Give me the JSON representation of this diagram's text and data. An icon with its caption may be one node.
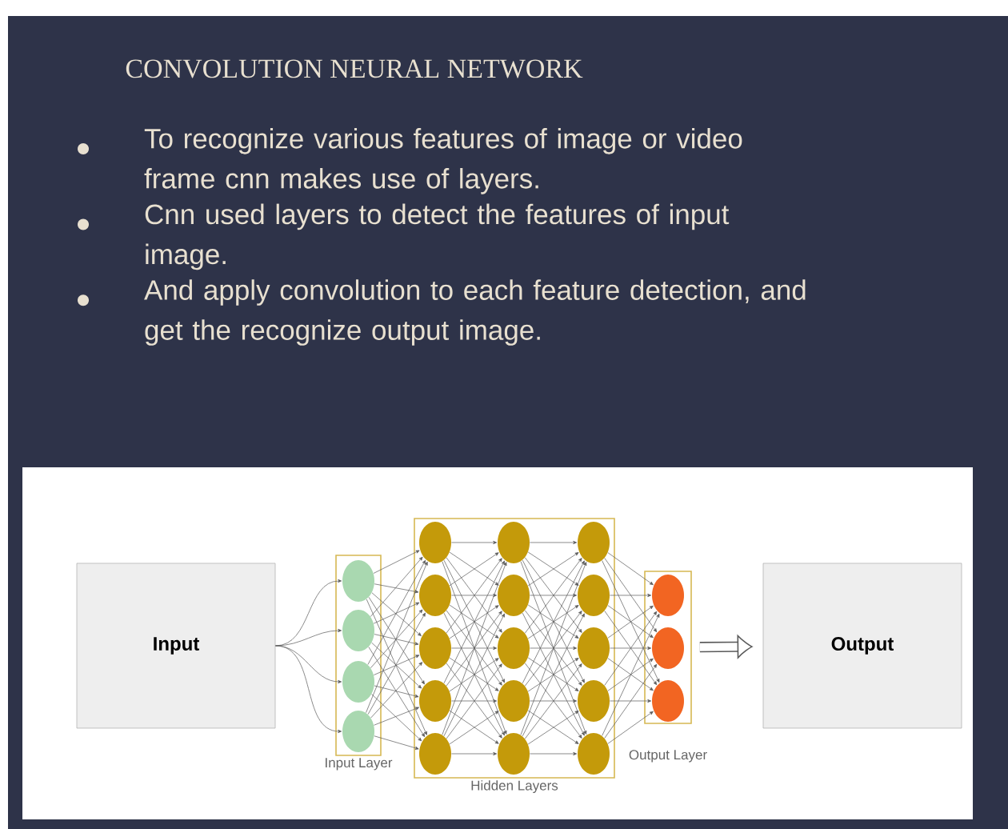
{
  "diagram": {
    "title": "CONVOLUTION NEURAL NETWORK",
    "nodes": [
      {
        "text": [
          "Input"
        ]
      },
      {
        "text": [
          "Input Layer"
        ]
      },
      {
        "text": [],
        "shape": "circle",
        "in": 1
      },
      {
        "text": [],
        "shape": "circle",
        "in": 1
      },
      {
        "text": [],
        "shape": "circle",
        "in": 1
      },
      {
        "text": [],
        "shape": "circle",
        "in": 1
      },
      {
        "text": [
          "Hidden Layers"
        ]
      },
      {
        "text": [],
        "shape": "circle",
        "in": 6
      },
      {
        "text": [],
        "shape": "circle",
        "in": 6
      },
      {
        "text": [],
        "shape": "circle",
        "in": 6
      },
      {
        "text": [],
        "shape": "circle",
        "in": 6
      },
      {
        "text": [],
        "shape": "circle",
        "in": 6
      },
      {
        "text": [],
        "shape": "circle",
        "in": 6
      },
      {
        "text": [],
        "shape": "circle",
        "in": 6
      },
      {
        "text": [],
        "shape": "circle",
        "in": 6
      },
      {
        "text": [],
        "shape": "circle",
        "in": 6
      },
      {
        "text": [],
        "shape": "circle",
        "in": 6
      },
      {
        "text": [],
        "shape": "circle",
        "in": 6
      },
      {
        "text": [],
        "shape": "circle",
        "in": 6
      },
      {
        "text": [],
        "shape": "circle",
        "in": 6
      },
      {
        "text": [],
        "shape": "circle",
        "in": 6
      },
      {
        "text": [],
        "shape": "circle",
        "in": 6
      },
      {
        "text": [
          "Output Layer"
        ]
      },
      {
        "text": [],
        "shape": "circle",
        "in": 22
      },
      {
        "text": [],
        "shape": "circle",
        "in": 22
      },
      {
        "text": [],
        "shape": "circle",
        "in": 22
      },
      {
        "text": [
          "Output"
        ]
      }
    ],
    "edges": [
      {
        "from": 0,
        "to": 2,
        "arrow": "to"
      },
      {
        "from": 0,
        "to": 3,
        "arrow": "to"
      },
      {
        "from": 0,
        "to": 4,
        "arrow": "to"
      },
      {
        "from": 0,
        "to": 5,
        "arrow": "to"
      },
      {
        "from": 2,
        "to": 7,
        "arrow": "to"
      },
      {
        "from": 2,
        "to": 8,
        "arrow": "to"
      },
      {
        "from": 2,
        "to": 9,
        "arrow": "to"
      },
      {
        "from": 2,
        "to": 10,
        "arrow": "to"
      },
      {
        "from": 2,
        "to": 11,
        "arrow": "to"
      },
      {
        "from": 3,
        "to": 7,
        "arrow": "to"
      },
      {
        "from": 3,
        "to": 8,
        "arrow": "to"
      },
      {
        "from": 3,
        "to": 9,
        "arrow": "to"
      },
      {
        "from": 3,
        "to": 10,
        "arrow": "to"
      },
      {
        "from": 3,
        "to": 11,
        "arrow": "to"
      },
      {
        "from": 4,
        "to": 7,
        "arrow": "to"
      },
      {
        "from": 4,
        "to": 8,
        "arrow": "to"
      },
      {
        "from": 4,
        "to": 9,
        "arrow": "to"
      },
      {
        "from": 4,
        "to": 10,
        "arrow": "to"
      },
      {
        "from": 4,
        "to": 11,
        "arrow": "to"
      },
      {
        "from": 5,
        "to": 7,
        "arrow": "to"
      },
      {
        "from": 5,
        "to": 8,
        "arrow": "to"
      },
      {
        "from": 5,
        "to": 9,
        "arrow": "to"
      },
      {
        "from": 5,
        "to": 10,
        "arrow": "to"
      },
      {
        "from": 5,
        "to": 11,
        "arrow": "to"
      },
      {
        "from": 7,
        "to": 12,
        "arrow": "to"
      },
      {
        "from": 7,
        "to": 13,
        "arrow": "to"
      },
      {
        "from": 7,
        "to": 14,
        "arrow": "to"
      },
      {
        "from": 7,
        "to": 15,
        "arrow": "to"
      },
      {
        "from": 7,
        "to": 16,
        "arrow": "to"
      },
      {
        "from": 8,
        "to": 12,
        "arrow": "to"
      },
      {
        "from": 8,
        "to": 13,
        "arrow": "to"
      },
      {
        "from": 8,
        "to": 14,
        "arrow": "to"
      },
      {
        "from": 8,
        "to": 15,
        "arrow": "to"
      },
      {
        "from": 8,
        "to": 16,
        "arrow": "to"
      },
      {
        "from": 9,
        "to": 12,
        "arrow": "to"
      },
      {
        "from": 9,
        "to": 13,
        "arrow": "to"
      },
      {
        "from": 9,
        "to": 14,
        "arrow": "to"
      },
      {
        "from": 9,
        "to": 15,
        "arrow": "to"
      },
      {
        "from": 9,
        "to": 16,
        "arrow": "to"
      },
      {
        "from": 10,
        "to": 12,
        "arrow": "to"
      },
      {
        "from": 10,
        "to": 13,
        "arrow": "to"
      },
      {
        "from": 10,
        "to": 14,
        "arrow": "to"
      },
      {
        "from": 10,
        "to": 15,
        "arrow": "to"
      },
      {
        "from": 10,
        "to": 16,
        "arrow": "to"
      },
      {
        "from": 11,
        "to": 12,
        "arrow": "to"
      },
      {
        "from": 11,
        "to": 13,
        "arrow": "to"
      },
      {
        "from": 11,
        "to": 14,
        "arrow": "to"
      },
      {
        "from": 11,
        "to": 15,
        "arrow": "to"
      },
      {
        "from": 11,
        "to": 16,
        "arrow": "to"
      },
      {
        "from": 12,
        "to": 17,
        "arrow": "to"
      },
      {
        "from": 12,
        "to": 18,
        "arrow": "to"
      },
      {
        "from": 12,
        "to": 19,
        "arrow": "to"
      },
      {
        "from": 12,
        "to": 20,
        "arrow": "to"
      },
      {
        "from": 12,
        "to": 21,
        "arrow": "to"
      },
      {
        "from": 13,
        "to": 17,
        "arrow": "to"
      },
      {
        "from": 13,
        "to": 18,
        "arrow": "to"
      },
      {
        "from": 13,
        "to": 19,
        "arrow": "to"
      },
      {
        "from": 13,
        "to": 20,
        "arrow": "to"
      },
      {
        "from": 13,
        "to": 21,
        "arrow": "to"
      },
      {
        "from": 14,
        "to": 17,
        "arrow": "to"
      },
      {
        "from": 14,
        "to": 18,
        "arrow": "to"
      },
      {
        "from": 14,
        "to": 19,
        "arrow": "to"
      },
      {
        "from": 14,
        "to": 20,
        "arrow": "to"
      },
      {
        "from": 14,
        "to": 21,
        "arrow": "to"
      },
      {
        "from": 15,
        "to": 17,
        "arrow": "to"
      },
      {
        "from": 15,
        "to": 18,
        "arrow": "to"
      },
      {
        "from": 15,
        "to": 19,
        "arrow": "to"
      },
      {
        "from": 15,
        "to": 20,
        "arrow": "to"
      },
      {
        "from": 15,
        "to": 21,
        "arrow": "to"
      },
      {
        "from": 16,
        "to": 17,
        "arrow": "to"
      },
      {
        "from": 16,
        "to": 18,
        "arrow": "to"
      },
      {
        "from": 16,
        "to": 19,
        "arrow": "to"
      },
      {
        "from": 16,
        "to": 20,
        "arrow": "to"
      },
      {
        "from": 16,
        "to": 21,
        "arrow": "to"
      },
      {
        "from": 17,
        "to": 23,
        "arrow": "to"
      },
      {
        "from": 17,
        "to": 24,
        "arrow": "to"
      },
      {
        "from": 17,
        "to": 25,
        "arrow": "to"
      },
      {
        "from": 18,
        "to": 23,
        "arrow": "to"
      },
      {
        "from": 18,
        "to": 24,
        "arrow": "to"
      },
      {
        "from": 18,
        "to": 25,
        "arrow": "to"
      },
      {
        "from": 19,
        "to": 23,
        "arrow": "to"
      },
      {
        "from": 19,
        "to": 24,
        "arrow": "to"
      },
      {
        "from": 19,
        "to": 25,
        "arrow": "to"
      },
      {
        "from": 20,
        "to": 23,
        "arrow": "to"
      },
      {
        "from": 20,
        "to": 24,
        "arrow": "to"
      },
      {
        "from": 20,
        "to": 25,
        "arrow": "to"
      },
      {
        "from": 21,
        "to": 23,
        "arrow": "to"
      },
      {
        "from": 21,
        "to": 24,
        "arrow": "to"
      },
      {
        "from": 21,
        "to": 25,
        "arrow": "to"
      },
      {
        "from": 22,
        "to": 26,
        "arrow": "to",
        "style": "thick"
      }
    ],
    "labels": [
      "To recognize various features of image or video frame cnn makes use of layers.",
      "Cnn used layers to detect the features of input image.",
      "And apply convolution to each feature detection, and get the recognize output image."
    ]
  }
}
